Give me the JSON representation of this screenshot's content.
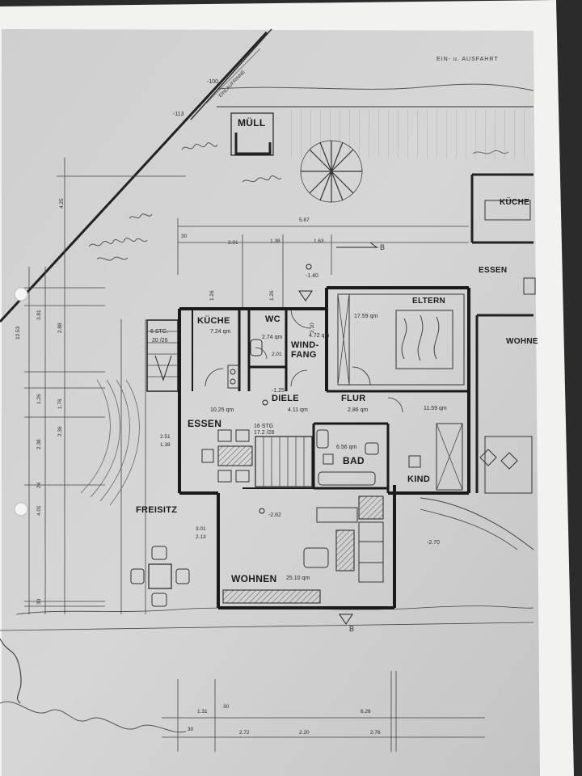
{
  "plan": {
    "labels": {
      "muell": "MÜLL",
      "einfahrt": "EIN- u. AUSFAHRT",
      "einlaufrinne": "EINLAUFRINNE",
      "kueche": "KÜCHE",
      "kueche_area": "7.24 qm",
      "wc": "WC",
      "wc_area": "2.74 qm",
      "windfang": "WIND-\nFANG",
      "windfang_area": "4.72 qm",
      "eltern": "ELTERN",
      "eltern_area": "17.59 qm",
      "essen": "ESSEN",
      "essen_area": "10.25 qm",
      "diele": "DIELE",
      "diele_area": "4.11 qm",
      "flur": "FLUR",
      "flur_area": "2.86 qm",
      "bad": "BAD",
      "bad_area": "6.56 qm",
      "kind": "KIND",
      "kind_area": "11.59 qm",
      "freisitz": "FREISITZ",
      "wohnen": "WOHNEN",
      "wohnen_area": "25.10 qm",
      "stg6": "6 STG.",
      "stg6_ratio": "20 /26",
      "stg16": "16 STG",
      "stg16_ratio": "17.2 /28",
      "neighbor_kueche": "KÜCHE",
      "neighbor_essen": "ESSEN",
      "neighbor_wohnen": "WOHNE"
    },
    "levels": {
      "l100": "-100",
      "l113": "-113",
      "l140": "-1.40",
      "l125": "-1.25",
      "l262": "-2.62",
      "l270": "-2.70",
      "b_mark": "B"
    },
    "dims": {
      "d425": "4.25",
      "d587": "5.87",
      "d30": "30",
      "d291": "2.91",
      "d138": "1.38",
      "d163": "1.63",
      "d126a": "1.26",
      "d126b": "1.26",
      "d381": "3.81",
      "d288": "2.88",
      "d1253": "12.53",
      "d126c": "1.26",
      "d176": "1.76",
      "d238": "2.38",
      "d236": "2.36",
      "d24": "24",
      "d401": "4.01",
      "d30b": "30",
      "d251": "2.51",
      "d138b": "1.38",
      "d301": "3.01",
      "d213": "2.13",
      "d131": "1.31",
      "d30c": "30",
      "d272": "2.72",
      "d220": "2.20",
      "d276": "2.76",
      "d626": "6.26",
      "d30d": "30",
      "d201": "2.01",
      "d210": "2.10"
    }
  }
}
